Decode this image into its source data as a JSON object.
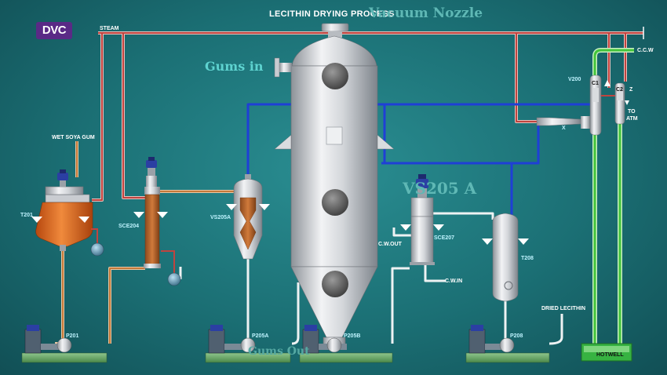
{
  "title": "LECITHIN DRYING PROCESS",
  "logo_text": "DVC",
  "overlay_texts": {
    "vacuum_nozzle": "Vacuum Nozzle",
    "gums_in": "Gums in",
    "vs205a_big": "VS205 A",
    "gums_out": "Gums Out"
  },
  "labels": {
    "steam": "STEAM",
    "wet_soya_gum": "WET SOYA GUM",
    "t201": "T201",
    "sce204": "SCE204",
    "vs205a": "VS205A",
    "p201": "P201",
    "p205a": "P205A",
    "p205b": "P205B",
    "cw_out": "C.W.OUT",
    "sce207": "SCE207",
    "cw_in": "C.W.IN",
    "t208": "T208",
    "p208": "P208",
    "dried_lecithin": "DRIED LECITHIN",
    "hotwell": "HOTWELL",
    "v200": "V200",
    "c1": "C1",
    "c2": "C2",
    "z": "Z",
    "x": "X",
    "ccw": "C.C.W",
    "to": "TO",
    "atm": "ATM"
  },
  "colors": {
    "steam_line": "#c0443f",
    "vacuum_line": "#1f3fd6",
    "water_line": "#43c43a",
    "product_line": "#c47a3a",
    "vessel_steel": "#c9ccd1",
    "t201_orange": "#e0651f"
  }
}
